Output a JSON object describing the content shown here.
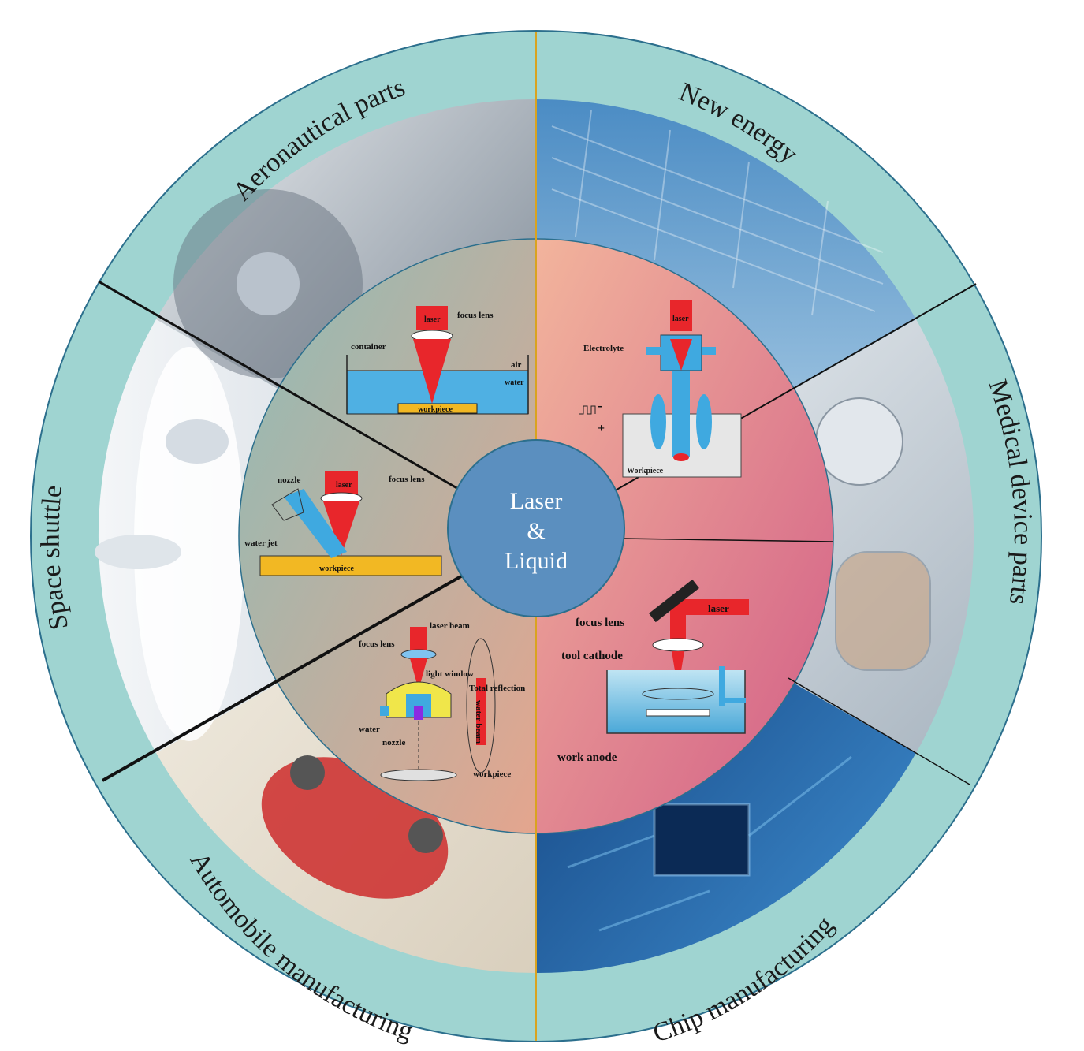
{
  "colors": {
    "ring": "#9fd4d1",
    "ring_stroke": "#2c6f8d",
    "center": "#5b8fbf",
    "laser": "#e8262b",
    "water": "#3fa9e0",
    "workpiece": "#f2b823"
  },
  "center": {
    "line1": "Laser",
    "line2": "&",
    "line3": "Liquid"
  },
  "ring_labels": {
    "aeronautical": "Aeronautical parts",
    "new_energy": "New energy",
    "medical": "Medical device parts",
    "chip": "Chip manufacturing",
    "automobile": "Automobile manufacturing",
    "space": "Space shuttle"
  },
  "diagrams": {
    "submerged": {
      "laser": "laser",
      "focus_lens": "focus lens",
      "container": "container",
      "air": "air",
      "water": "water",
      "workpiece": "workpiece"
    },
    "electrochemical": {
      "laser": "laser",
      "electrolyte": "Electrolyte",
      "minus": "-",
      "plus": "+",
      "workpiece": "Workpiece"
    },
    "waterjet": {
      "laser": "laser",
      "focus_lens": "focus lens",
      "nozzle": "nozzle",
      "water_jet": "water jet",
      "workpiece": "workpiece"
    },
    "guided": {
      "laser_beam": "laser beam",
      "focus_lens": "focus lens",
      "light_window": "light window",
      "total_reflection": "Total reflection",
      "water": "water",
      "nozzle": "nozzle",
      "water_beam": "water beam",
      "workpiece": "workpiece"
    },
    "tool_cathode": {
      "laser": "laser",
      "focus_lens": "focus lens",
      "tool_cathode": "tool cathode",
      "work_anode": "work anode"
    }
  }
}
